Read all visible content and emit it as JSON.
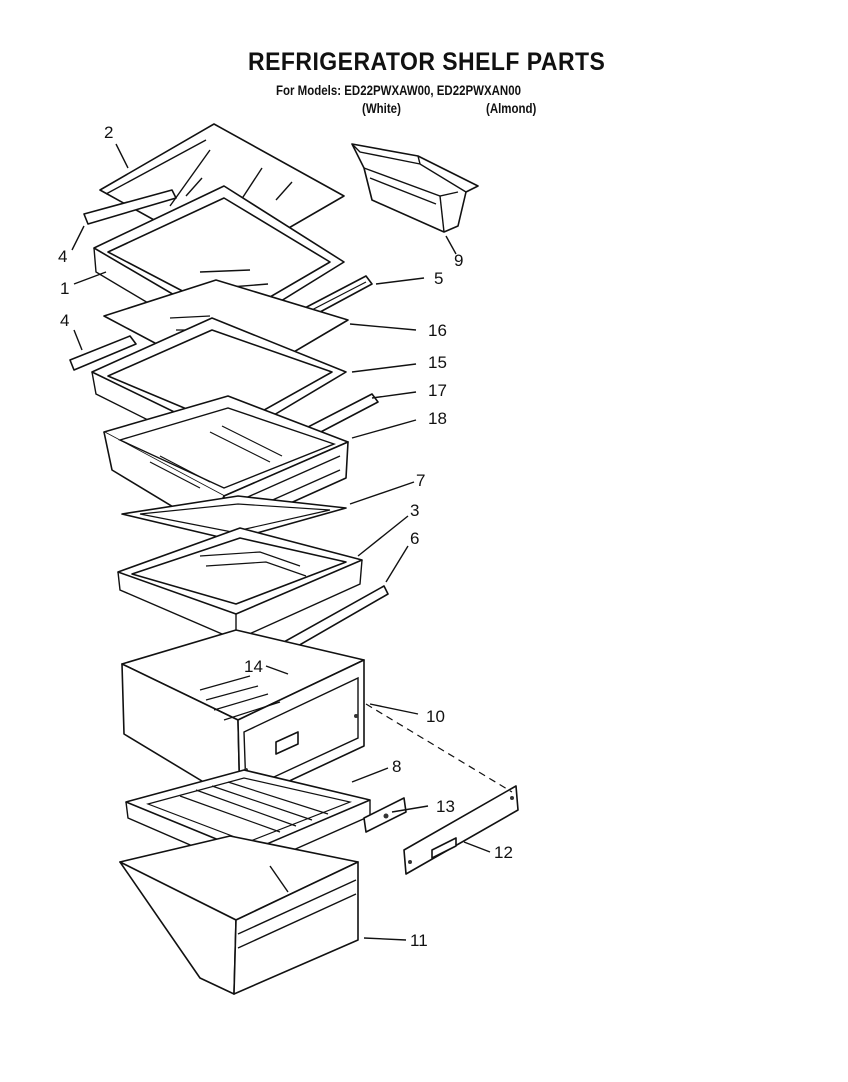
{
  "header": {
    "title": "REFRIGERATOR SHELF PARTS",
    "models_line": "For Models: ED22PWXAW00,  ED22PWXAN00",
    "white_note": "(White)",
    "almond_note": "(Almond)"
  },
  "callouts": {
    "c1": "1",
    "c2": "2",
    "c3": "3",
    "c4a": "4",
    "c4b": "4",
    "c5": "5",
    "c6": "6",
    "c7": "7",
    "c8": "8",
    "c9": "9",
    "c10": "10",
    "c11": "11",
    "c12": "12",
    "c13": "13",
    "c14": "14",
    "c15": "15",
    "c16": "16",
    "c17": "17",
    "c18": "18"
  }
}
